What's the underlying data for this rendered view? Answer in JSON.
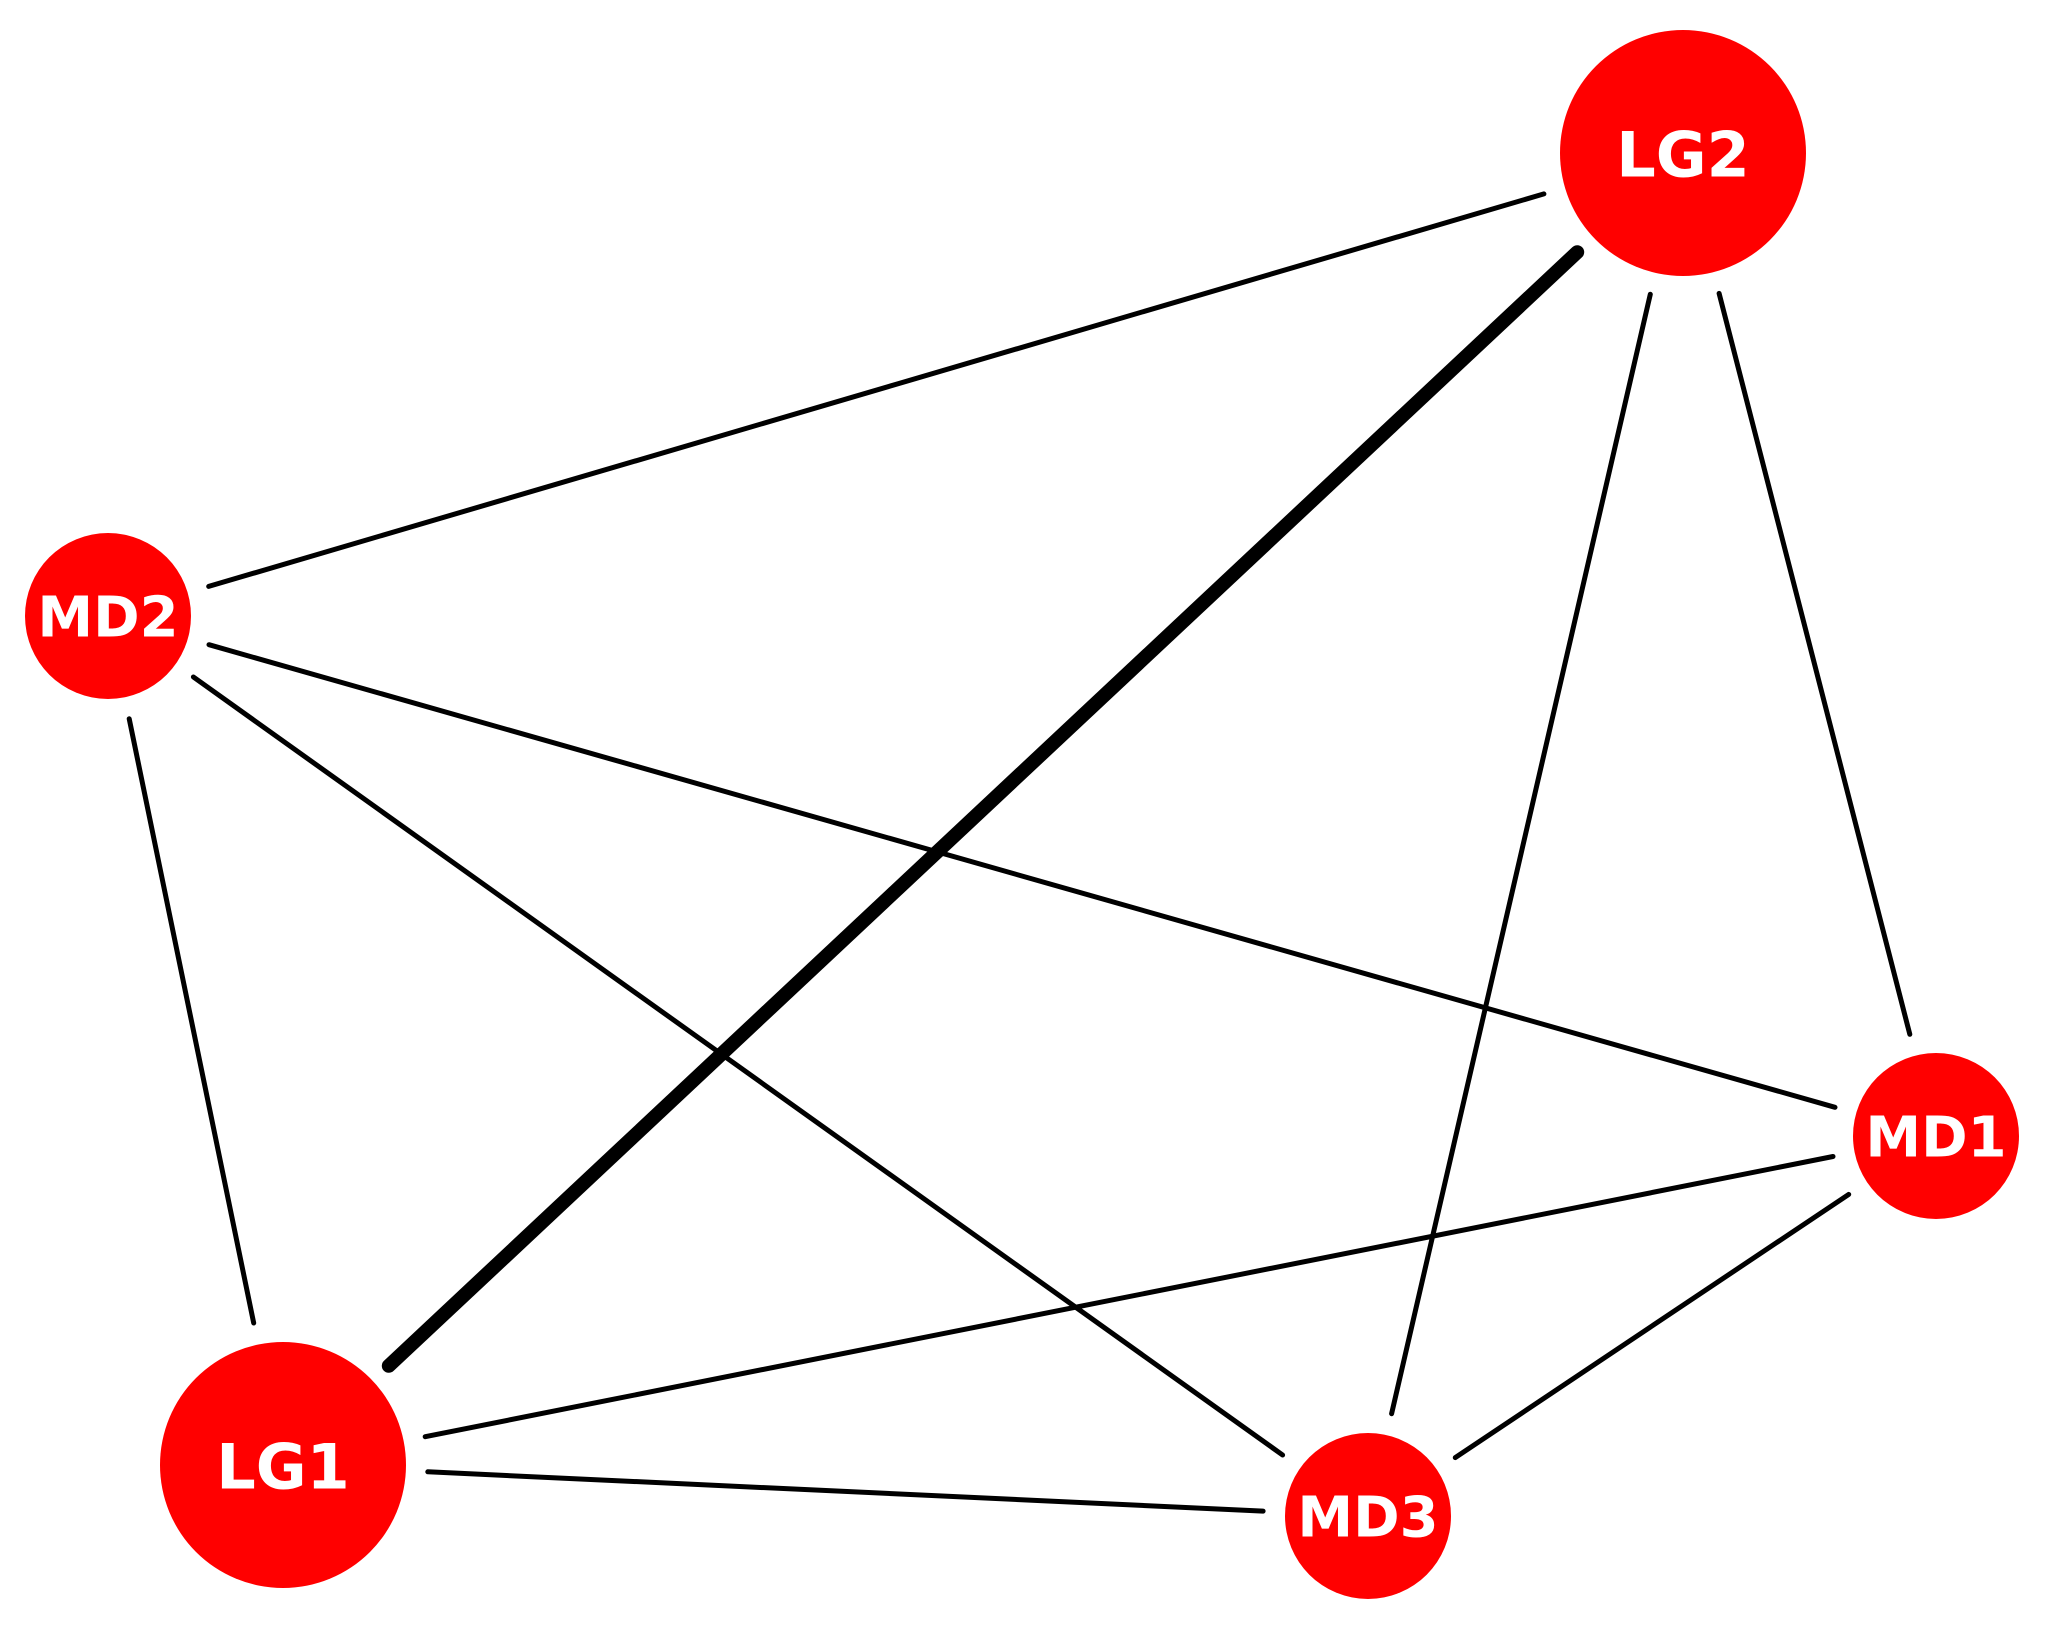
{
  "colors": {
    "node_fill": "#ff0000",
    "node_label": "#ffffff",
    "edge": "#000000",
    "background": "#ffffff"
  },
  "graph": {
    "nodes": [
      {
        "id": "LG2",
        "label": "LG2",
        "size": "large"
      },
      {
        "id": "MD2",
        "label": "MD2",
        "size": "small"
      },
      {
        "id": "MD1",
        "label": "MD1",
        "size": "small"
      },
      {
        "id": "LG1",
        "label": "LG1",
        "size": "large"
      },
      {
        "id": "MD3",
        "label": "MD3",
        "size": "small"
      }
    ],
    "edges": [
      {
        "source": "MD2",
        "target": "LG2",
        "weight": "normal"
      },
      {
        "source": "LG1",
        "target": "LG2",
        "weight": "heavy"
      },
      {
        "source": "MD3",
        "target": "LG2",
        "weight": "normal"
      },
      {
        "source": "MD1",
        "target": "LG2",
        "weight": "normal"
      },
      {
        "source": "MD2",
        "target": "MD1",
        "weight": "normal"
      },
      {
        "source": "MD2",
        "target": "MD3",
        "weight": "normal"
      },
      {
        "source": "MD2",
        "target": "LG1",
        "weight": "normal"
      },
      {
        "source": "LG1",
        "target": "MD1",
        "weight": "normal"
      },
      {
        "source": "LG1",
        "target": "MD3",
        "weight": "normal"
      },
      {
        "source": "MD3",
        "target": "MD1",
        "weight": "normal"
      }
    ]
  }
}
